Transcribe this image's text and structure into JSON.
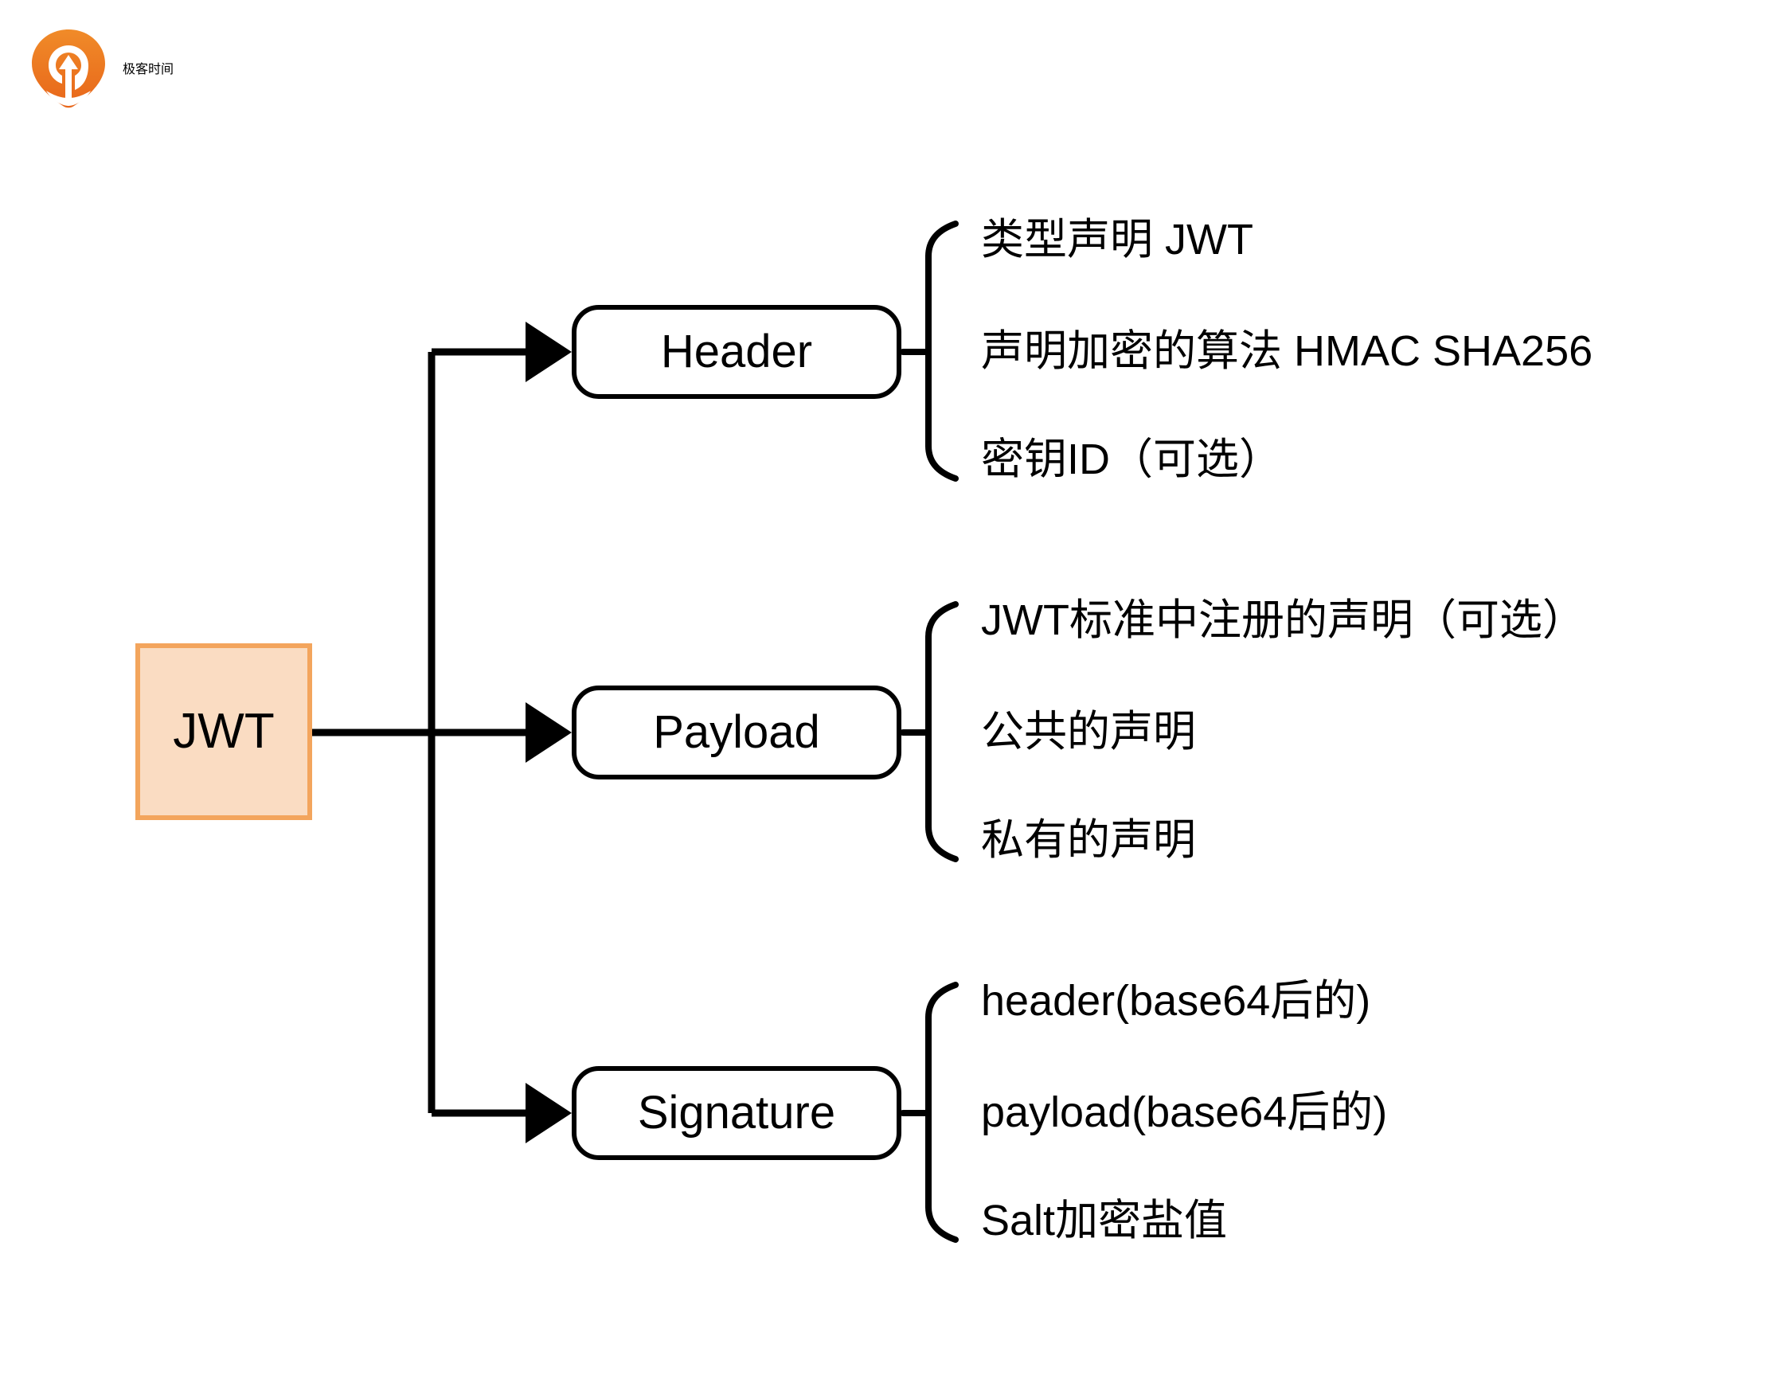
{
  "brand": {
    "name": "极客时间",
    "logo_icon": "geektime-pin-logo-icon",
    "logo_color": "#ee7822"
  },
  "diagram": {
    "type": "mind-map",
    "root": {
      "label": "JWT",
      "fill_color": "#fadcc2",
      "border_color": "#f3a55d"
    },
    "branches": [
      {
        "node": "Header",
        "items": [
          "类型声明 JWT",
          "声明加密的算法 HMAC SHA256",
          "密钥ID（可选）"
        ]
      },
      {
        "node": "Payload",
        "items": [
          "JWT标准中注册的声明（可选）",
          "公共的声明",
          "私有的声明"
        ]
      },
      {
        "node": "Signature",
        "items": [
          "header(base64后的)",
          "payload(base64后的)",
          "Salt加密盐值"
        ]
      }
    ]
  }
}
